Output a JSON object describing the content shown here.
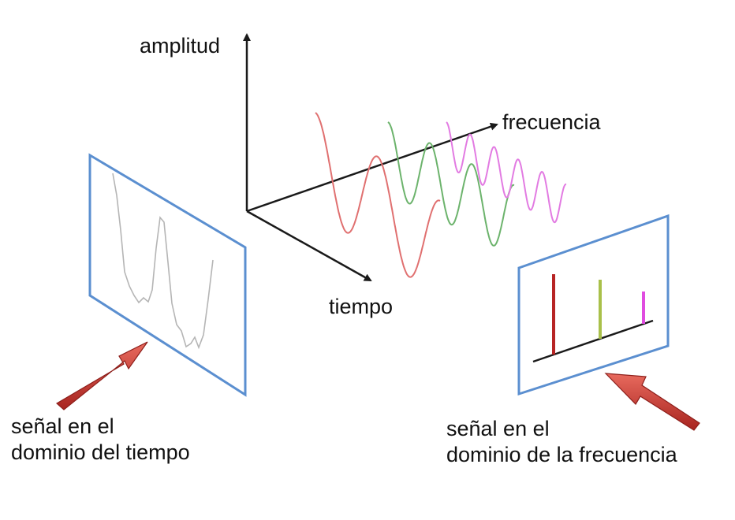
{
  "axes": {
    "amplitude_label": "amplitud",
    "frequency_label": "frecuencia",
    "time_label": "tiempo"
  },
  "captions": {
    "time_domain": {
      "line1": "señal en el",
      "line2": "dominio del tiempo"
    },
    "frequency_domain": {
      "line1": "señal en el",
      "line2": "dominio de la frecuencia"
    }
  },
  "colors": {
    "axis": "#1a1a1a",
    "panel_border": "#5b8fd0",
    "time_signal": "#b5b5b5",
    "wave_red": "#e07070",
    "wave_green": "#6cb36c",
    "wave_magenta": "#e27be2",
    "spike_red": "#b72424",
    "spike_olive": "#a9c04a",
    "spike_magenta": "#e04ce0",
    "arrow": "#c8322c",
    "arrow_highlight": "#e86a5e"
  },
  "icons": {
    "time_pointer": "pointer-arrow-icon",
    "frequency_pointer": "pointer-arrow-icon"
  }
}
